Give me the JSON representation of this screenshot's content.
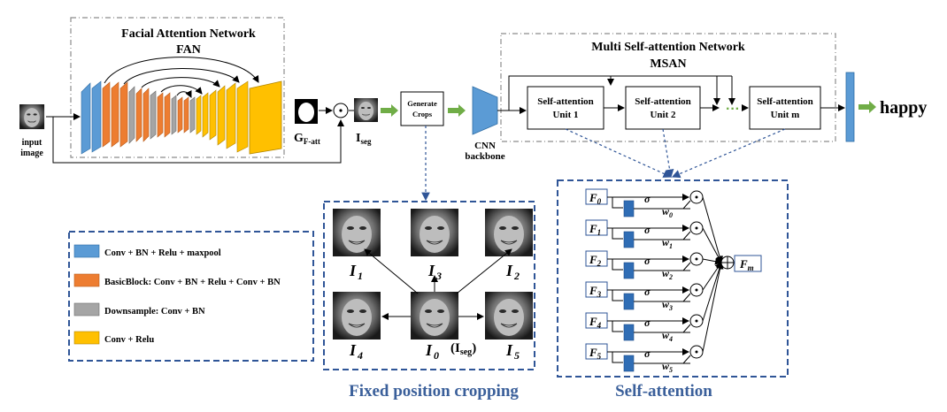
{
  "fan": {
    "title": "Facial Attention Network",
    "abbr": "FAN",
    "input_label_1": "input",
    "input_label_2": "image",
    "g_main": "G",
    "g_sub": "F-att",
    "odot": "⊙",
    "iseg_main": "I",
    "iseg_sub": "seg"
  },
  "crops_box": {
    "line1": "Generate",
    "line2": "Crops"
  },
  "cnn": {
    "line1": "CNN",
    "line2": "backbone"
  },
  "msan": {
    "title": "Multi Self-attention Network",
    "abbr": "MSAN",
    "unit1": [
      "Self-attention",
      "Unit 1"
    ],
    "unit2": [
      "Self-attention",
      "Unit 2"
    ],
    "unitm": [
      "Self-attention",
      "Unit m"
    ],
    "ellipsis": "···"
  },
  "output": {
    "label": "happy"
  },
  "legend": {
    "items": [
      {
        "color": "#5b9bd5",
        "label": "Conv + BN + Relu + maxpool"
      },
      {
        "color": "#ed7d31",
        "label": "BasicBlock:  Conv + BN  + Relu + Conv + BN"
      },
      {
        "color": "#a5a5a5",
        "label": "Downsample:  Conv + BN"
      },
      {
        "color": "#ffc000",
        "label": "Conv + Relu"
      }
    ]
  },
  "cropping": {
    "caption": "Fixed position cropping",
    "labels": {
      "i0_main": "I",
      "i0_sub": "0",
      "iseg_note": "(I",
      "iseg_note_sub": "seg",
      "iseg_note_close": ")",
      "i1_main": "I",
      "i1_sub": "1",
      "i2_main": "I",
      "i2_sub": "2",
      "i3_main": "I",
      "i3_sub": "3",
      "i4_main": "I",
      "i4_sub": "4",
      "i5_main": "I",
      "i5_sub": "5"
    }
  },
  "self_attention": {
    "caption": "Self-attention",
    "sigma": "σ",
    "rows": [
      {
        "f_main": "F",
        "f_sub": "0",
        "w_main": "w",
        "w_sub": "0"
      },
      {
        "f_main": "F",
        "f_sub": "1",
        "w_main": "w",
        "w_sub": "1"
      },
      {
        "f_main": "F",
        "f_sub": "2",
        "w_main": "w",
        "w_sub": "2"
      },
      {
        "f_main": "F",
        "f_sub": "3",
        "w_main": "w",
        "w_sub": "3"
      },
      {
        "f_main": "F",
        "f_sub": "4",
        "w_main": "w",
        "w_sub": "4"
      },
      {
        "f_main": "F",
        "f_sub": "5",
        "w_main": "w",
        "w_sub": "5"
      }
    ],
    "fm_main": "F",
    "fm_sub": "m"
  },
  "colors": {
    "blue": "#5b9bd5",
    "orange": "#ed7d31",
    "gray": "#a5a5a5",
    "yellow": "#ffc000",
    "dark_blue": "#2f5597",
    "green_arrow": "#70ad47",
    "caption": "#3a5f9a"
  }
}
